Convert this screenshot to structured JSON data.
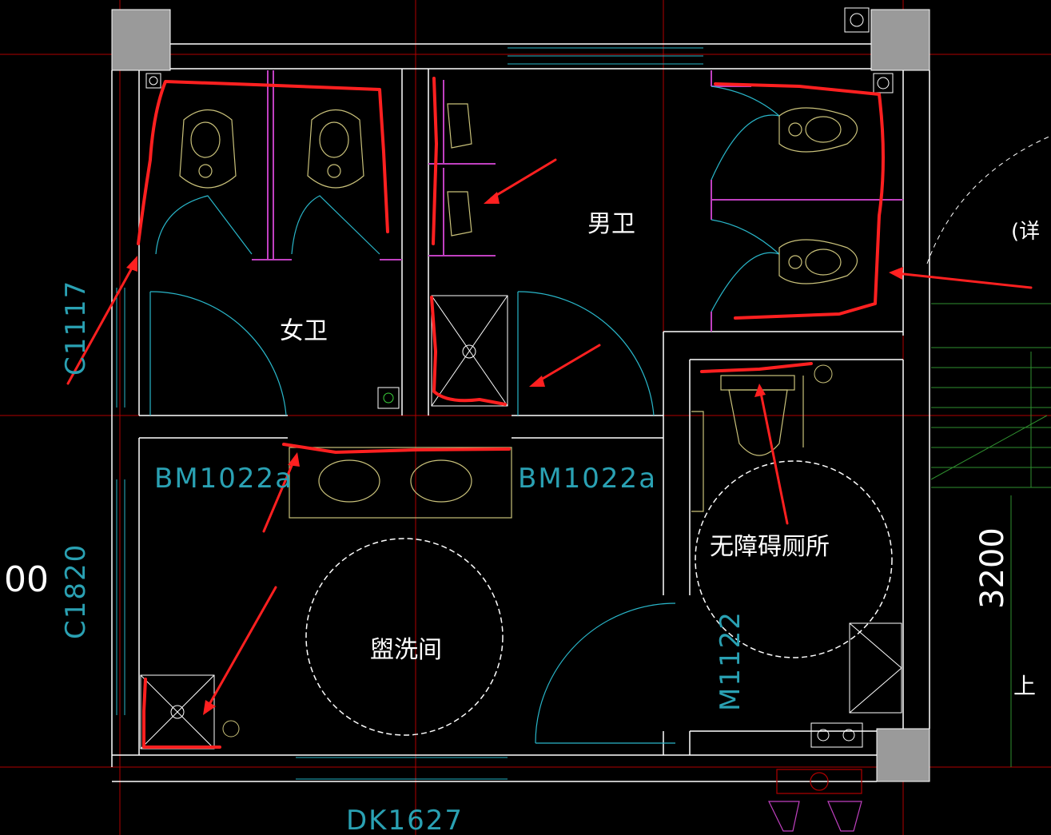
{
  "rooms": {
    "women": "女卫",
    "men": "男卫",
    "accessible": "无障碍厕所",
    "washroom": "盥洗间"
  },
  "doors": {
    "left": "BM1022a",
    "right": "BM1022a",
    "accessible": "M1122",
    "bottom": "DK1627"
  },
  "windows": {
    "upper": "C1117",
    "lower": "C1820"
  },
  "dims": {
    "left_partial": "00",
    "right": "3200"
  },
  "notes": {
    "detail_partial": "(详",
    "stair_up": "上"
  },
  "colors": {
    "background": "#000000",
    "wall": "#ffffff",
    "wall_fill": "#9a9a9a",
    "door_arc": "#29b6c9",
    "fixture": "#c9c17a",
    "axis": "#c00000",
    "partition": "#c040c0",
    "stair": "#2f8f2f",
    "markup": "#ff2020"
  }
}
